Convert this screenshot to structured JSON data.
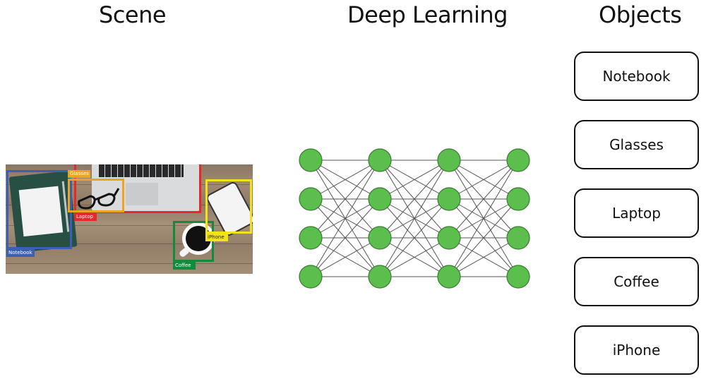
{
  "headings": {
    "scene": "Scene",
    "deep_learning": "Deep Learning",
    "objects": "Objects"
  },
  "scene": {
    "detections": [
      {
        "label": "Notebook",
        "color": "#3a5fb3"
      },
      {
        "label": "Glasses",
        "color": "#e8a521"
      },
      {
        "label": "Laptop",
        "color": "#e8272a"
      },
      {
        "label": "Coffee",
        "color": "#168a3c"
      },
      {
        "label": "iPhone",
        "color": "#f0e31a"
      }
    ]
  },
  "network": {
    "layers": [
      4,
      4,
      4,
      4
    ],
    "connectivity": "fully-connected",
    "node_color": "#5cbf4d",
    "node_stroke": "#3a7a33",
    "edge_color": "#555555"
  },
  "objects": [
    "Notebook",
    "Glasses",
    "Laptop",
    "Coffee",
    "iPhone"
  ]
}
